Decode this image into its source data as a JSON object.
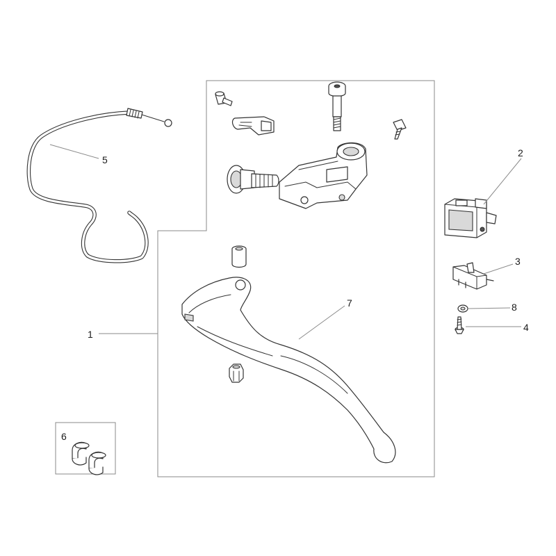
{
  "callouts": {
    "c1": "1",
    "c2": "2",
    "c3": "3",
    "c4": "4",
    "c5": "5",
    "c6": "6",
    "c7": "7",
    "c8": "8"
  },
  "colors": {
    "line": "#333333",
    "leader": "#8a8a8a",
    "background": "#ffffff"
  }
}
